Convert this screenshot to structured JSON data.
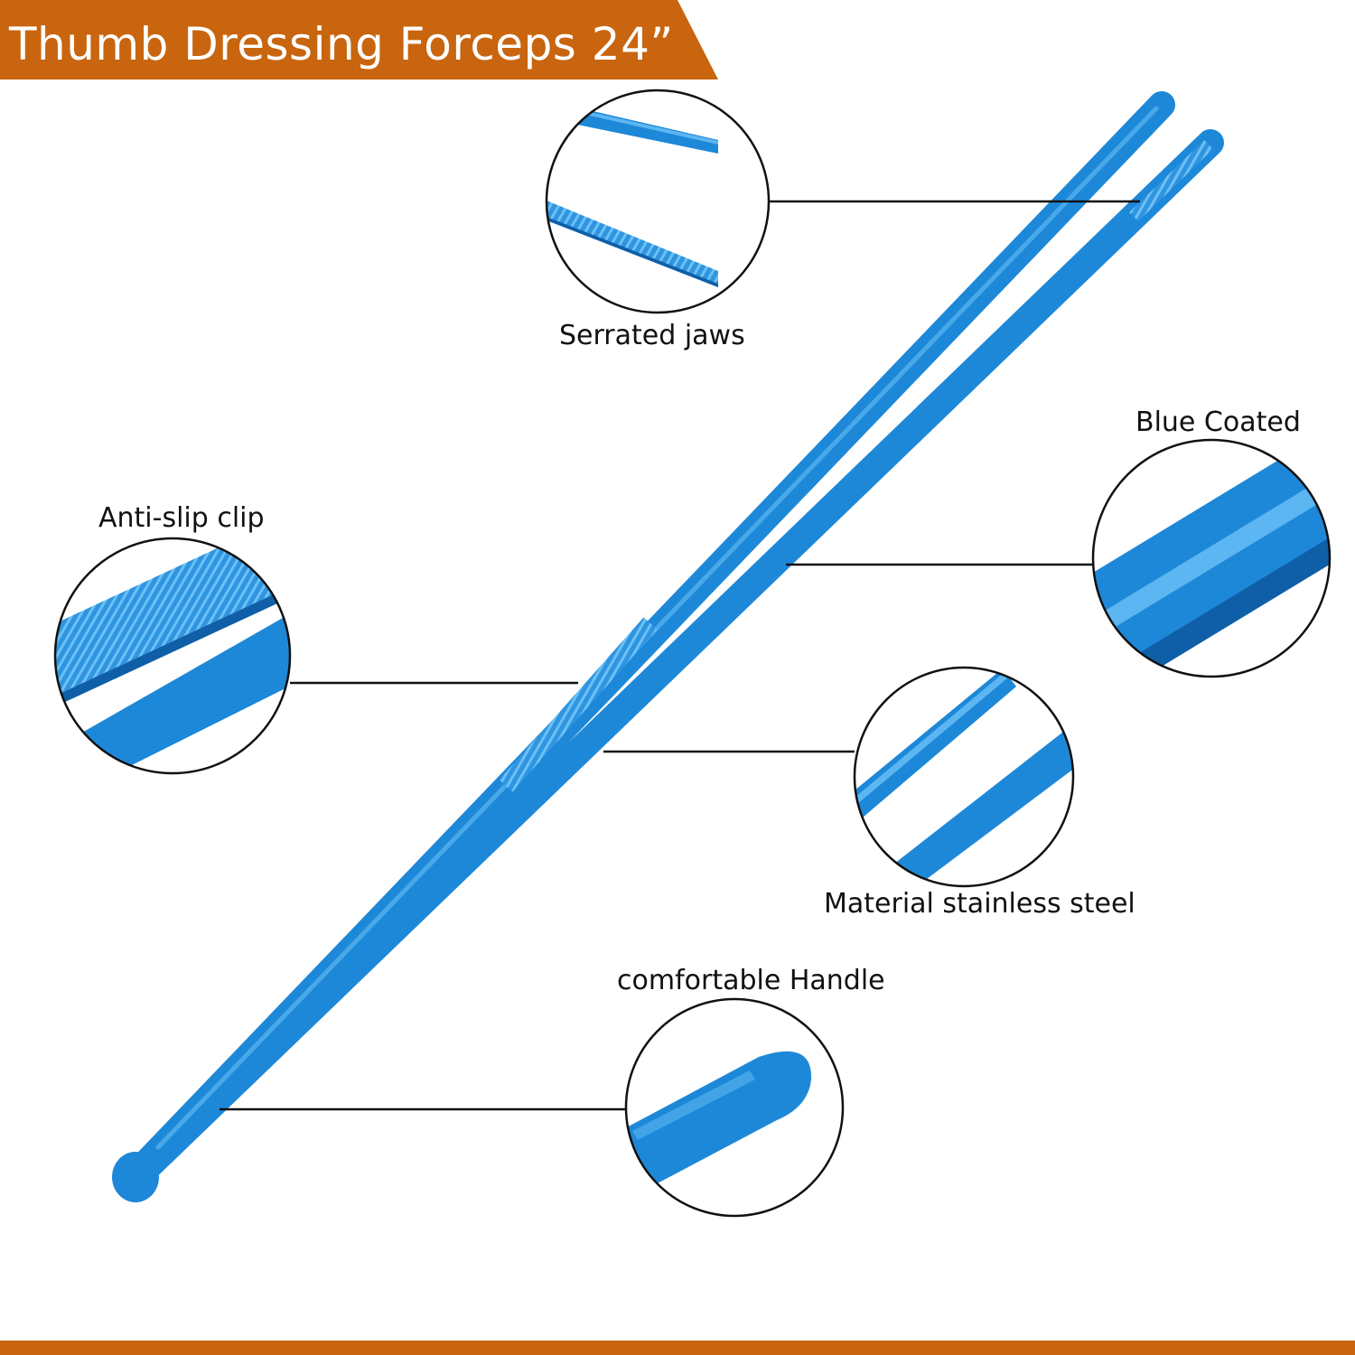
{
  "banner": {
    "title": "Thumb Dressing Forceps 24”",
    "color": "#c8650e"
  },
  "product": {
    "color": "#1e88d8",
    "highlight_color": "#5cb6f2",
    "shadow_color": "#0f5fa8"
  },
  "callouts": {
    "serrated_jaws": "Serrated jaws",
    "blue_coated": "Blue Coated",
    "anti_slip_clip": "Anti-slip clip",
    "material": "Material stainless steel",
    "handle": "comfortable Handle"
  },
  "footer": {
    "color": "#c8650e"
  }
}
